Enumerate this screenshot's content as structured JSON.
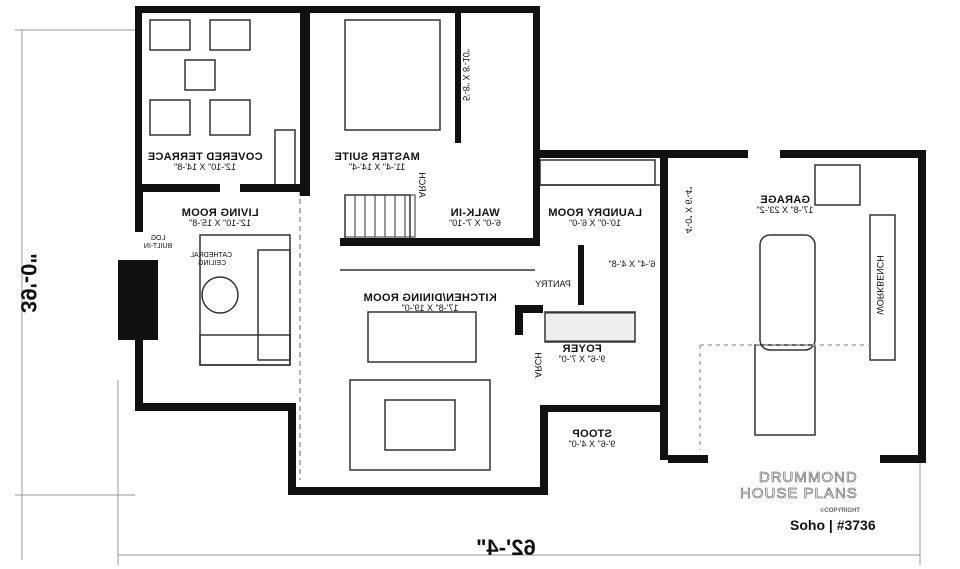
{
  "rooms": {
    "covered_terrace": {
      "name": "COVERED TERRACE",
      "size": "12'-10\" X 14'-8\""
    },
    "master_suite": {
      "name": "MASTER SUITE",
      "size": "11'-4\" X 14'-4\""
    },
    "ensuite": {
      "size": "5'-8\" X 8'-10\""
    },
    "living_room": {
      "name": "LIVING ROOM",
      "size": "12'-10\" X 15'-8\""
    },
    "walk_in": {
      "name": "WALK-IN",
      "size": "6'-0\" X 7'-10\""
    },
    "laundry_room": {
      "name": "LAUNDRY ROOM",
      "size": "10'-0\" X 6'-0\""
    },
    "garage_bath": {
      "size": "4'-0\" X 6'-4\""
    },
    "garage": {
      "name": "GARAGE",
      "size": "17'-8\" X 23'-2\""
    },
    "powder_room": {
      "size": "6'-4\" X 4'-8\""
    },
    "pantry": {
      "name": "PANTRY"
    },
    "kitchen_dining": {
      "name": "KITCHEN/DINING ROOM",
      "size": "17'-8\" X 19'-0\""
    },
    "foyer": {
      "name": "FOYER",
      "size": "9'-6\" X 7'-0\""
    },
    "stoop": {
      "name": "STOOP",
      "size": "9'-6\" X 4'-0\""
    }
  },
  "annotations": {
    "arch": "ARCH",
    "log_builtin": "LOG BUILT-IN",
    "cathedral_ceiling": "CATHEDRAL CEILING",
    "workbench": "WORKBENCH"
  },
  "dimensions": {
    "depth": "39'-0\"",
    "width": "62'-4\""
  },
  "branding": {
    "logo_line1": "DRUMMOND",
    "logo_line2": "HOUSE PLANS",
    "copyright": "©COPYRIGHT",
    "plan_label": "Soho | #3736"
  }
}
